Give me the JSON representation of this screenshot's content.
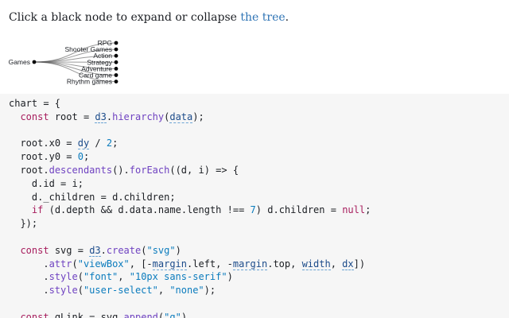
{
  "intro": {
    "prefix": "Click a black node to expand or collapse ",
    "link": "the tree",
    "suffix": "."
  },
  "tree": {
    "root": "Games",
    "children": [
      {
        "name": "RPG"
      },
      {
        "name": "Shooter Games"
      },
      {
        "name": "Action"
      },
      {
        "name": "Strategy"
      },
      {
        "name": "Adventure"
      },
      {
        "name": "Card game"
      },
      {
        "name": "Rhythm games"
      }
    ],
    "colors": {
      "link": "#555555",
      "node": "#555555",
      "collapsed_node": "#000000"
    }
  },
  "code": {
    "lines": [
      "chart = {",
      "  const root = d3.hierarchy(data);",
      "",
      "  root.x0 = dy / 2;",
      "  root.y0 = 0;",
      "  root.descendants().forEach((d, i) => {",
      "    d.id = i;",
      "    d._children = d.children;",
      "    if (d.depth && d.data.name.length !== 7) d.children = null;",
      "  });",
      "",
      "  const svg = d3.create(\"svg\")",
      "      .attr(\"viewBox\", [-margin.left, -margin.top, width, dx])",
      "      .style(\"font\", \"10px sans-serif\")",
      "      .style(\"user-select\", \"none\");",
      "",
      "  const gLink = svg.append(\"g\")"
    ]
  }
}
